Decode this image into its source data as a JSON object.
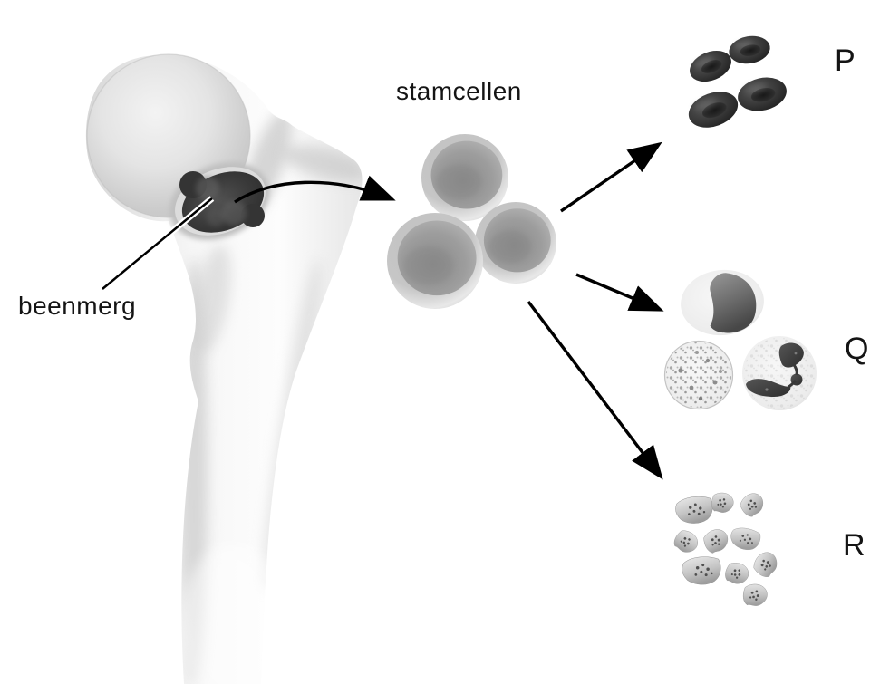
{
  "diagram": {
    "labels": {
      "bone_marrow": "beenmerg",
      "stem_cells": "stamcellen",
      "p": "P",
      "q": "Q",
      "r": "R"
    },
    "counts": {
      "stem_cells": 3,
      "p_cells": 4,
      "q_cells": 3,
      "r_fragments": 10
    },
    "colors": {
      "background": "#ffffff",
      "bone_light": "#f4f4f4",
      "bone_shade": "#c4c4c4",
      "marrow_dark": "#333333",
      "stem_cell_gray": "#a8a8a8",
      "red_cell_dark": "#2b2b2b",
      "white_cell_light": "#efefef",
      "nucleus_dark": "#404040",
      "platelet_gray": "#c0c0c0",
      "line_black": "#000000"
    }
  }
}
